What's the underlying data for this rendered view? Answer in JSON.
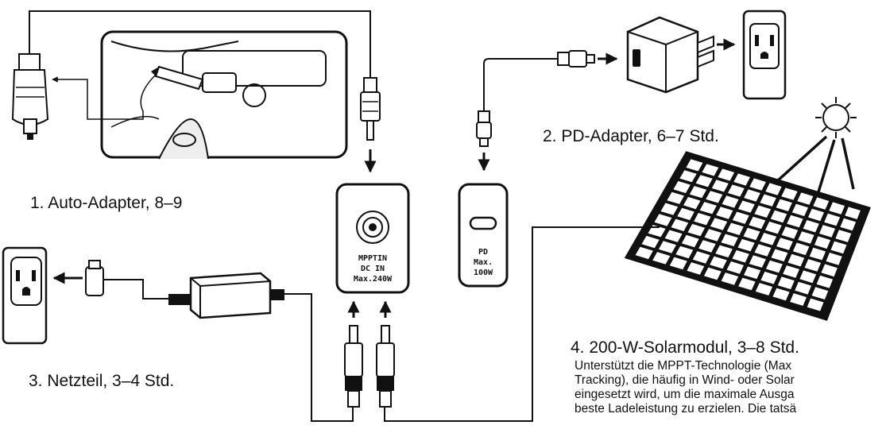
{
  "labels": {
    "car": "1. Auto-Adapter, 8–9",
    "pd": "2. PD-Adapter, 6–7 Std.",
    "psu": "3. Netzteil, 3–4 Std.",
    "solar": "4. 200-W-Solarmodul, 3–8 Std."
  },
  "description_lines": [
    "Unterstützt die MPPT-Technologie (Max",
    "Tracking), die häufig in Wind- oder Solar",
    "eingesetzt wird, um die maximale Ausga",
    "beste Ladeleistung zu erzielen. Die tatsä"
  ],
  "ports": {
    "mppt_lines": [
      "MPPTIN",
      "DC IN",
      "Max.240W"
    ],
    "pd_lines": [
      "PD",
      "Max.",
      "100W"
    ]
  }
}
